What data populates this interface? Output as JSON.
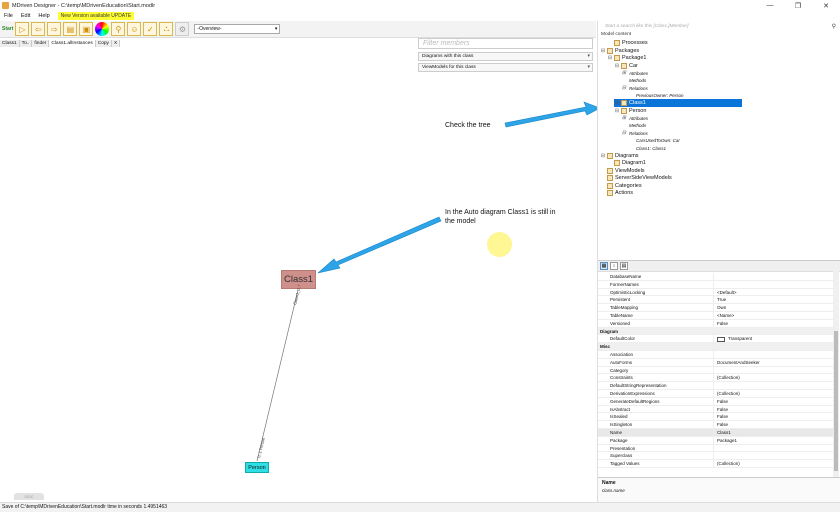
{
  "window": {
    "title": "MDriven Designer - C:\\temp\\MDrivenEducation\\Start.modlr",
    "minimize": "—",
    "restore": "❐",
    "close": "✕"
  },
  "menu": {
    "items": [
      "File",
      "Edit",
      "Help"
    ],
    "update_banner": "New Version available UPDATE"
  },
  "toolbar": {
    "start_label": "Start",
    "overview_select": "-Overview-"
  },
  "tabs": [
    "Class1",
    "To..",
    "finder",
    "Class1.allInstances",
    "Copy",
    "X"
  ],
  "panels": {
    "filter_placeholder": "Filter members",
    "diagrams_dropdown": "Diagrams with this class",
    "viewmodels_dropdown": "ViewModels for this class"
  },
  "diagram": {
    "class1_label": "Class1",
    "person_label": "Person",
    "assoc_end_top": "Class1_0..*",
    "assoc_end_bottom": "0..1 Person",
    "bottom_tab": "OOC"
  },
  "annotations": {
    "check_tree": "Check the tree",
    "auto_diagram": "In the Auto diagram Class1 is still in the model"
  },
  "colors": {
    "class1_fill": "#cf8f8a",
    "person_fill": "#2ee0e6",
    "arrow": "#2ea4e8",
    "selection": "#0a74d8",
    "update_banner": "#ffff33"
  },
  "tree": {
    "search_placeholder": "Start a search like this [Class.]Member]",
    "model_content_label": "Model content",
    "nodes": [
      {
        "label": "Processes",
        "level": 1,
        "exp": ""
      },
      {
        "label": "Packages",
        "level": 0,
        "exp": "⊟"
      },
      {
        "label": "Package1",
        "level": 1,
        "exp": "⊟"
      },
      {
        "label": "Car",
        "level": 2,
        "exp": "⊟"
      },
      {
        "label": "Attributes",
        "level": 3,
        "exp": "⊞",
        "small": true
      },
      {
        "label": "Methods",
        "level": 3,
        "exp": "",
        "small": true
      },
      {
        "label": "Relations",
        "level": 3,
        "exp": "⊟",
        "small": true
      },
      {
        "label": "PreviousOwner: Person",
        "level": 4,
        "exp": "",
        "small": true
      },
      {
        "label": "Class1",
        "level": 2,
        "exp": "⊞",
        "selected": true
      },
      {
        "label": "Person",
        "level": 2,
        "exp": "⊟"
      },
      {
        "label": "Attributes",
        "level": 3,
        "exp": "⊞",
        "small": true
      },
      {
        "label": "Methods",
        "level": 3,
        "exp": "",
        "small": true
      },
      {
        "label": "Relations",
        "level": 3,
        "exp": "⊟",
        "small": true
      },
      {
        "label": "CarsUsedToOwn: Car",
        "level": 4,
        "exp": "",
        "small": true
      },
      {
        "label": "Class1: Class1",
        "level": 4,
        "exp": "",
        "small": true
      },
      {
        "label": "Diagrams",
        "level": 0,
        "exp": "⊟"
      },
      {
        "label": "Diagram1",
        "level": 1,
        "exp": ""
      },
      {
        "label": "ViewModels",
        "level": 0,
        "exp": ""
      },
      {
        "label": "ServerSideViewModels",
        "level": 0,
        "exp": ""
      },
      {
        "label": "Categories",
        "level": 0,
        "exp": ""
      },
      {
        "label": "Actions",
        "level": 0,
        "exp": ""
      }
    ]
  },
  "properties": {
    "rows": [
      {
        "name": "DatabaseName",
        "value": ""
      },
      {
        "name": "FormerNames",
        "value": ""
      },
      {
        "name": "OptimisticLocking",
        "value": "<Default>"
      },
      {
        "name": "Persistent",
        "value": "True"
      },
      {
        "name": "TableMapping",
        "value": "Own"
      },
      {
        "name": "TableName",
        "value": "<Name>"
      },
      {
        "name": "Versioned",
        "value": "False"
      },
      {
        "name": "Diagram",
        "value": "",
        "cat": true
      },
      {
        "name": "DefaultColor",
        "value": "Transparent",
        "swatch": true
      },
      {
        "name": "Misc",
        "value": "",
        "cat": true
      },
      {
        "name": "Association",
        "value": ""
      },
      {
        "name": "AutoForms",
        "value": "DocumentAndSeeker"
      },
      {
        "name": "Category",
        "value": ""
      },
      {
        "name": "Constraints",
        "value": "(Collection)"
      },
      {
        "name": "DefaultStringRepresentation",
        "value": ""
      },
      {
        "name": "DerivationExpressions",
        "value": "(Collection)"
      },
      {
        "name": "GenerateDefaultRegions",
        "value": "False"
      },
      {
        "name": "IsAbstract",
        "value": "False"
      },
      {
        "name": "IsSealed",
        "value": "False"
      },
      {
        "name": "IsSingleton",
        "value": "False"
      },
      {
        "name": "Name",
        "value": "Class1",
        "sel": true
      },
      {
        "name": "Package",
        "value": "Package1"
      },
      {
        "name": "Presentation",
        "value": ""
      },
      {
        "name": "Superclass",
        "value": ""
      },
      {
        "name": "Tagged Values",
        "value": "(Collection)"
      }
    ],
    "desc_name": "Name",
    "desc_value": "class.name"
  },
  "status": "Save of C:\\temp\\MDrivenEducation\\Start.modlr time in seconds 1.4951463"
}
